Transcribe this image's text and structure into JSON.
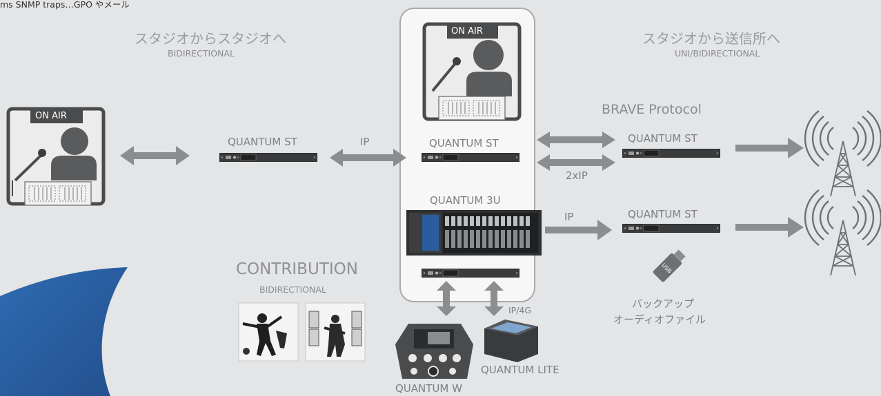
{
  "top_note": "ms SNMP traps…GPO やメール",
  "left_section": {
    "title": "スタジオからスタジオへ",
    "sub": "BIDIRECTIONAL"
  },
  "right_section": {
    "title": "スタジオから送信所へ",
    "sub": "UNI/BIDIRECTIONAL"
  },
  "onair": {
    "left": "ON AIR",
    "center": "ON AIR"
  },
  "labels": {
    "q_st_left": "QUANTUM ST",
    "ip_left": "IP",
    "q_st_center": "QUANTUM ST",
    "q_3u": "QUANTUM 3U",
    "brave": "BRAVE Protocol",
    "q_st_right_top": "QUANTUM ST",
    "two_ip": "2xIP",
    "ip_right": "IP",
    "q_st_right_bottom": "QUANTUM ST",
    "contribution": "CONTRIBUTION",
    "contribution_sub": "BIDIRECTIONAL",
    "ip4g": "IP/4G",
    "q_lite": "QUANTUM LITE",
    "q_w": "QUANTUM W",
    "backup_line1": "バックアップ",
    "backup_line2": "オーディオファイル",
    "usb": "USB"
  },
  "colors": {
    "background": "#e4e5e6",
    "arrow": "#8b8d90",
    "frame": "#4a4b4d",
    "accent_blue": "#2a5d9f"
  }
}
